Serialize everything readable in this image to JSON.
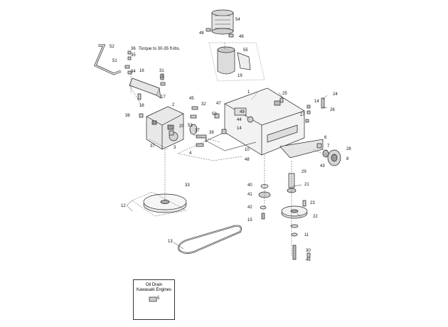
{
  "diagram": {
    "torque_note": "Torque to 30-35 ft-lbs.",
    "oil_box_title_line1": "Oil Drain",
    "oil_box_title_line2": "Kawasaki Engines",
    "callouts": [
      {
        "id": "c54",
        "text": "54"
      },
      {
        "id": "c48a",
        "text": "48"
      },
      {
        "id": "c48b",
        "text": "48"
      },
      {
        "id": "c55",
        "text": "55"
      },
      {
        "id": "c19a",
        "text": "19"
      },
      {
        "id": "c52",
        "text": "52"
      },
      {
        "id": "c36",
        "text": "36"
      },
      {
        "id": "c35",
        "text": "35"
      },
      {
        "id": "c51",
        "text": "51"
      },
      {
        "id": "c34",
        "text": "34"
      },
      {
        "id": "c16",
        "text": "16"
      },
      {
        "id": "c31",
        "text": "31"
      },
      {
        "id": "c19b",
        "text": "19"
      },
      {
        "id": "c17",
        "text": "17"
      },
      {
        "id": "c1",
        "text": "1"
      },
      {
        "id": "c25",
        "text": "25"
      },
      {
        "id": "c24",
        "text": "24"
      },
      {
        "id": "c14a",
        "text": "14"
      },
      {
        "id": "c26",
        "text": "26"
      },
      {
        "id": "c45",
        "text": "45"
      },
      {
        "id": "c32",
        "text": "32"
      },
      {
        "id": "c47",
        "text": "47"
      },
      {
        "id": "c49",
        "text": "49"
      },
      {
        "id": "c27",
        "text": "27"
      },
      {
        "id": "c18",
        "text": "18"
      },
      {
        "id": "c2",
        "text": "2"
      },
      {
        "id": "c50",
        "text": "50"
      },
      {
        "id": "c38",
        "text": "38"
      },
      {
        "id": "c44",
        "text": "44"
      },
      {
        "id": "c14b",
        "text": "14"
      },
      {
        "id": "c20",
        "text": "20"
      },
      {
        "id": "c53",
        "text": "53"
      },
      {
        "id": "c37a",
        "text": "37"
      },
      {
        "id": "c39",
        "text": "39"
      },
      {
        "id": "c9",
        "text": "9"
      },
      {
        "id": "c37b",
        "text": "37"
      },
      {
        "id": "c3",
        "text": "3"
      },
      {
        "id": "c4",
        "text": "4"
      },
      {
        "id": "c6",
        "text": "6"
      },
      {
        "id": "c7",
        "text": "7"
      },
      {
        "id": "c28",
        "text": "28"
      },
      {
        "id": "c10",
        "text": "10"
      },
      {
        "id": "c48c",
        "text": "48"
      },
      {
        "id": "c43",
        "text": "43"
      },
      {
        "id": "c8",
        "text": "8"
      },
      {
        "id": "c29",
        "text": "29"
      },
      {
        "id": "c33",
        "text": "33"
      },
      {
        "id": "c40",
        "text": "40"
      },
      {
        "id": "c21",
        "text": "21"
      },
      {
        "id": "c41",
        "text": "41"
      },
      {
        "id": "c23",
        "text": "23"
      },
      {
        "id": "c12",
        "text": "12"
      },
      {
        "id": "c42",
        "text": "42"
      },
      {
        "id": "c22",
        "text": "22"
      },
      {
        "id": "c15",
        "text": "15"
      },
      {
        "id": "c11",
        "text": "11"
      },
      {
        "id": "c13",
        "text": "13"
      },
      {
        "id": "c30",
        "text": "30"
      },
      {
        "id": "c46",
        "text": "46"
      },
      {
        "id": "c5",
        "text": "5"
      }
    ]
  }
}
